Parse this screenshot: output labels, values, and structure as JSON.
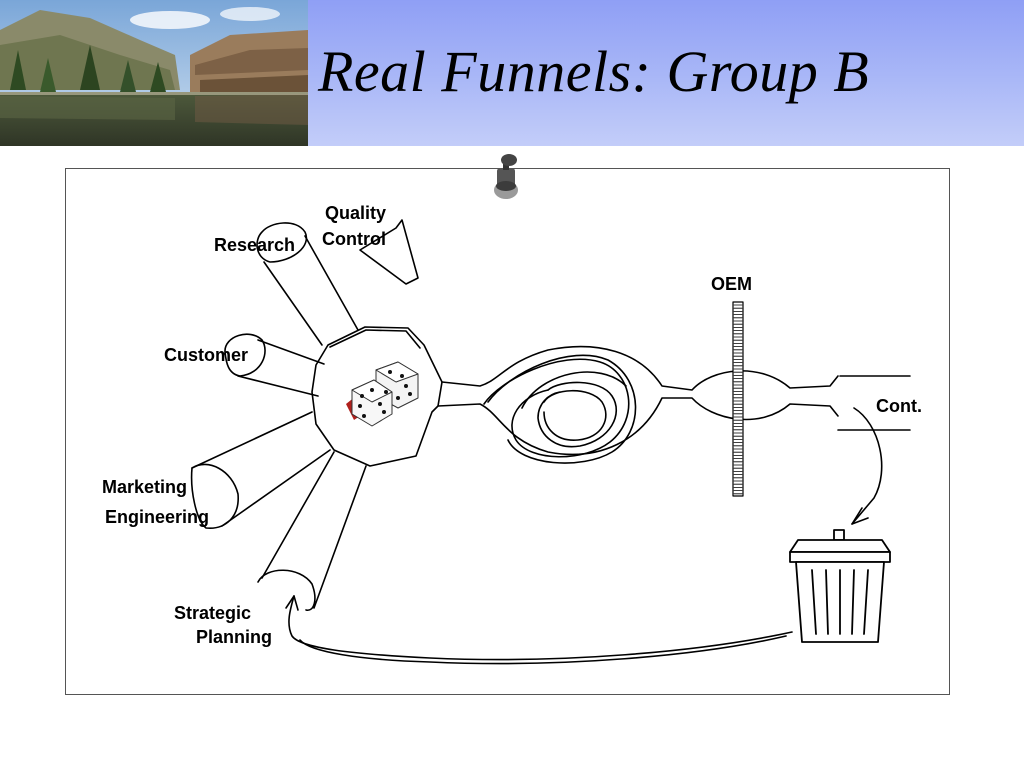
{
  "slide": {
    "title": "Real Funnels:  Group B"
  },
  "header_photo": {
    "alt": ""
  },
  "diagram": {
    "labels": {
      "quality": "Quality",
      "control": "Control",
      "research": "Research",
      "customer": "Customer",
      "marketing": "Marketing",
      "engineering": "Engineering",
      "strategic": "Strategic",
      "planning": "Planning",
      "oem": "OEM",
      "cont": "Cont."
    }
  }
}
